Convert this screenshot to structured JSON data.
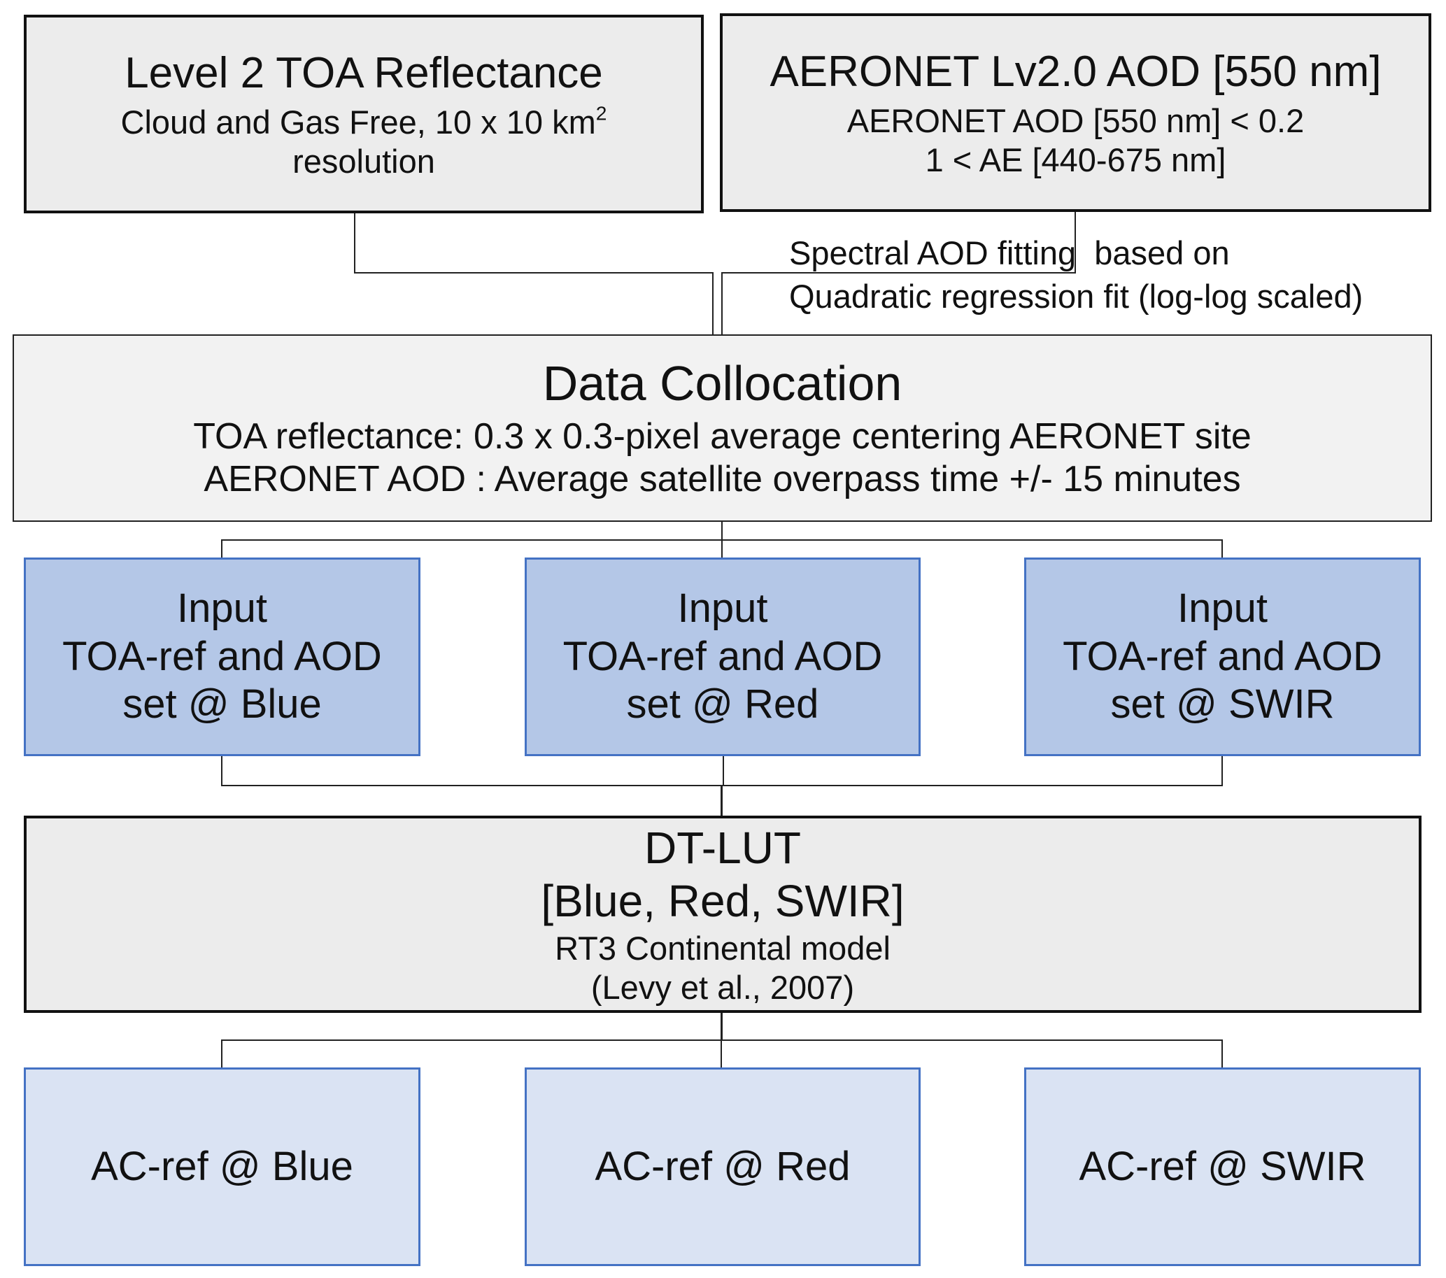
{
  "level2": {
    "title": "Level 2 TOA Reflectance",
    "line1_main": "Cloud and Gas Free, 10 x 10 km",
    "line1_sup": "2",
    "line2": "resolution"
  },
  "aeronet": {
    "title": "AERONET Lv2.0 AOD [550 nm]",
    "line1": "AERONET AOD [550 nm] < 0.2",
    "line2": "1 < AE [440-675 nm]"
  },
  "fitting_note": {
    "line1": "Spectral AOD fitting  based on",
    "line2": "Quadratic regression fit (log-log scaled)"
  },
  "collocation": {
    "title": "Data Collocation",
    "line1": "TOA reflectance: 0.3 x 0.3-pixel average centering AERONET site",
    "line2": "AERONET AOD : Average satellite overpass time +/- 15 minutes"
  },
  "inputs": [
    {
      "l1": "Input",
      "l2": "TOA-ref and AOD",
      "l3": "set @ Blue"
    },
    {
      "l1": "Input",
      "l2": "TOA-ref and AOD",
      "l3": "set @ Red"
    },
    {
      "l1": "Input",
      "l2": "TOA-ref and AOD",
      "l3": "set @ SWIR"
    }
  ],
  "dtlut": {
    "title": "DT-LUT",
    "bands": "[Blue, Red, SWIR]",
    "model": "RT3 Continental model",
    "reference": "(Levy et al., 2007)"
  },
  "outputs": [
    {
      "label": "AC-ref @ Blue"
    },
    {
      "label": "AC-ref @ Red"
    },
    {
      "label": "AC-ref @ SWIR"
    }
  ]
}
